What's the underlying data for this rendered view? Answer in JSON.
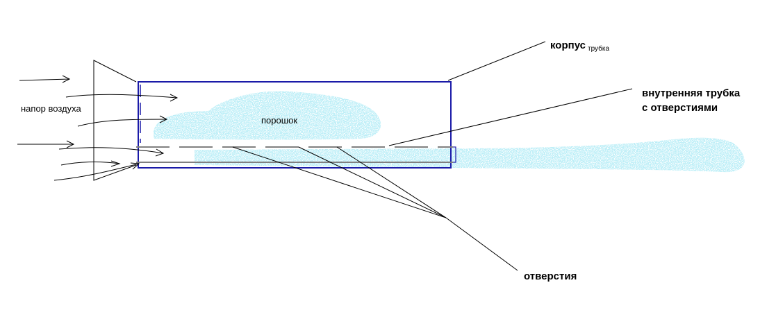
{
  "labels": {
    "body": "корпус",
    "body_sub": "трубка",
    "inner_tube_line1": "внутренняя трубка",
    "inner_tube_line2": "с отверстиями",
    "air_pressure": "напор воздуха",
    "powder": "порошок",
    "holes": "отверстия"
  },
  "colors": {
    "casing": "#1a1aa8",
    "inner_tube": "#808080",
    "powder": "#7fdcec",
    "ink": "#000000"
  }
}
